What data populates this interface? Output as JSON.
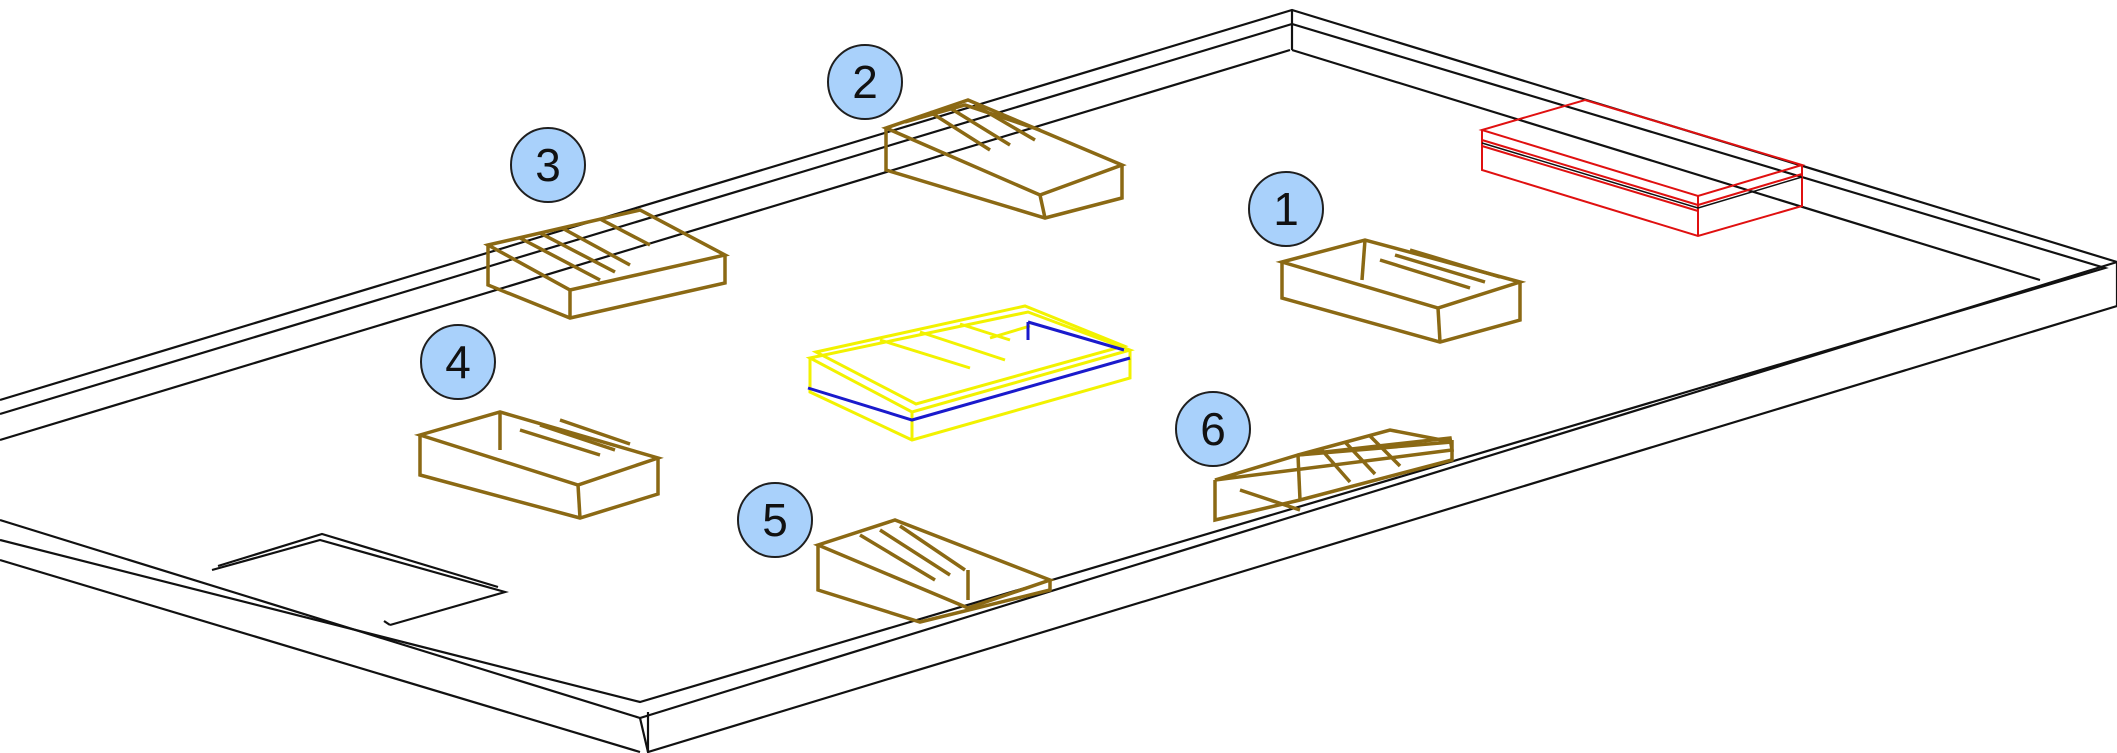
{
  "colors": {
    "floor_outline": "#111111",
    "shelf": "#8b6914",
    "robot_outline": "#f2f200",
    "robot_accent": "#1a1acc",
    "station": "#e01010",
    "badge_fill": "#a9d1fb"
  },
  "shelves": [
    {
      "id": "shelf-1",
      "label": "1"
    },
    {
      "id": "shelf-2",
      "label": "2"
    },
    {
      "id": "shelf-3",
      "label": "3"
    },
    {
      "id": "shelf-4",
      "label": "4"
    },
    {
      "id": "shelf-5",
      "label": "5"
    },
    {
      "id": "shelf-6",
      "label": "6"
    }
  ]
}
